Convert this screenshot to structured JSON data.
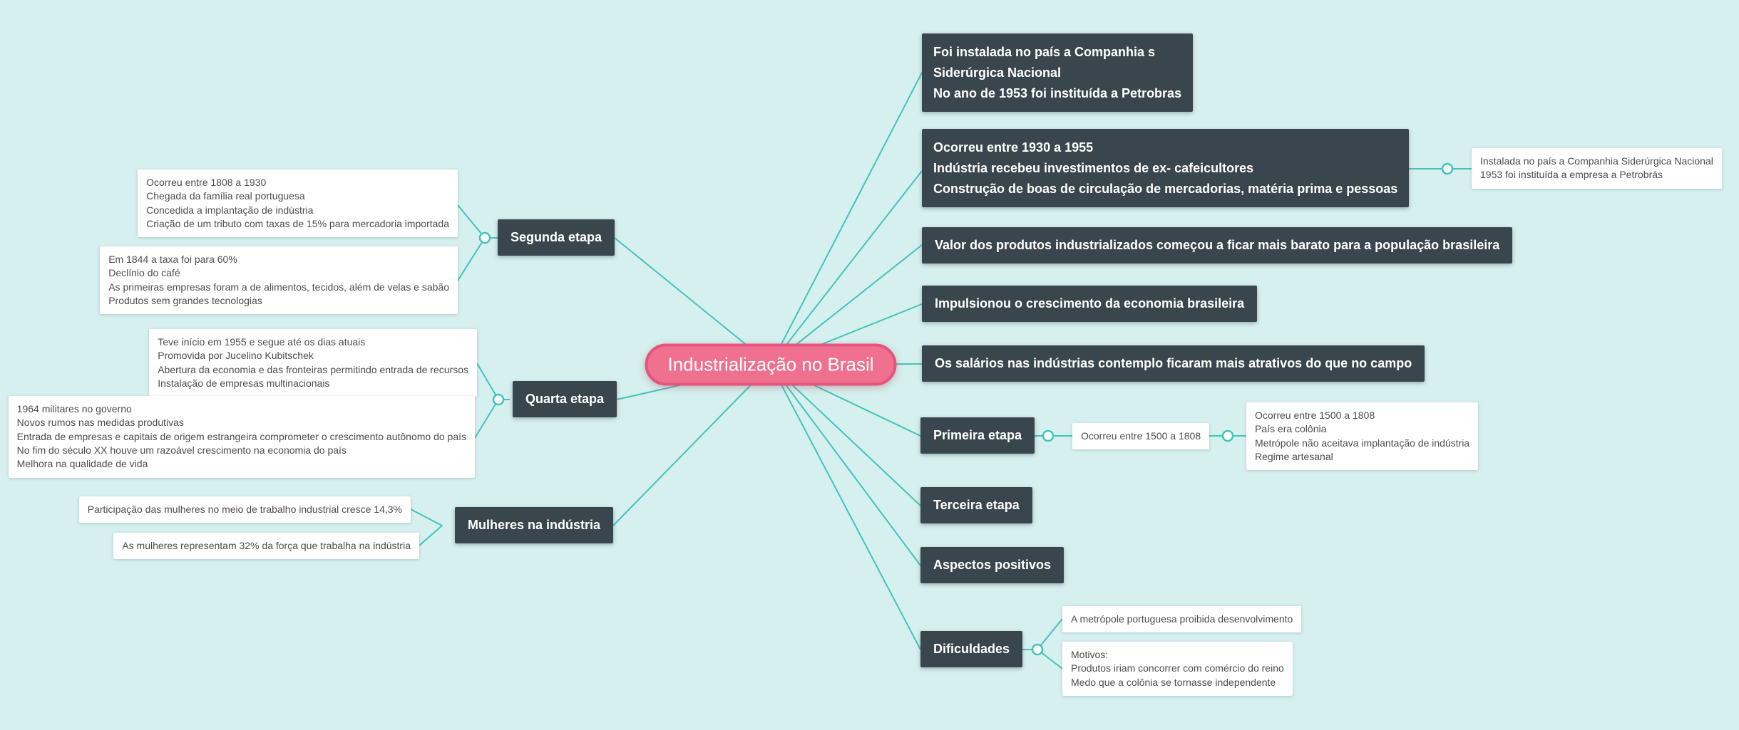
{
  "colors": {
    "background": "#d5f0ee",
    "connector": "#44c3ba",
    "node_bg": "#3a464d",
    "node_text": "#ffffff",
    "note_bg": "#ffffff",
    "note_text": "#4d4d4d",
    "center_bg": "#f0718f",
    "center_border": "#e4547c"
  },
  "center": {
    "label": "Industrialização no Brasil"
  },
  "nodes": {
    "csn": {
      "text": "Foi instalada no país a Companhia s\nSiderúrgica Nacional\nNo ano de 1953 foi instituída a Petrobras"
    },
    "periodo_1930": {
      "text": "Ocorreu entre 1930 a 1955\nIndústria recebeu investimentos de ex- cafeicultores\nConstrução de boas de circulação de mercadorias, matéria prima e pessoas"
    },
    "valor_produtos": {
      "text": "Valor dos produtos industrializados começou a ficar mais barato para a população brasileira"
    },
    "impulso_economia": {
      "text": "Impulsionou o crescimento da economia brasileira"
    },
    "salarios": {
      "text": "Os salários nas indústrias contemplo ficaram mais atrativos do que no campo"
    },
    "primeira_etapa": {
      "text": "Primeira etapa"
    },
    "terceira_etapa": {
      "text": "Terceira etapa"
    },
    "aspectos_positivos": {
      "text": "Aspectos positivos"
    },
    "dificuldades": {
      "text": "Dificuldades"
    },
    "segunda_etapa": {
      "text": "Segunda etapa"
    },
    "quarta_etapa": {
      "text": "Quarta etapa"
    },
    "mulheres": {
      "text": "Mulheres na indústria"
    }
  },
  "notes": {
    "csn_note": {
      "text": "Instalada no país a Companhia Siderúrgica Nacional\n1953 foi instituída a empresa a Petrobrás"
    },
    "primeira_resumo": {
      "text": "Ocorreu entre 1500 a 1808"
    },
    "primeira_detalhe": {
      "text": "Ocorreu entre 1500 a 1808\nPaís era colônia\nMetrópole não aceitava implantação de indústria\nRegime artesanal"
    },
    "dificuldades_1": {
      "text": "A metrópole portuguesa proibida desenvolvimento"
    },
    "dificuldades_2": {
      "text": "Motivos:\nProdutos iriam concorrer com comércio do reino\nMedo que a colônia se tornasse independente"
    },
    "segunda_1": {
      "text": "Ocorreu entre 1808 a 1930\nChegada da família real portuguesa\nConcedida a implantação de indústria\nCriação de um tributo com  taxas de 15% para mercadoria importada"
    },
    "segunda_2": {
      "text": "Em 1844 a taxa foi para 60%\nDeclínio do café\nAs primeiras empresas foram a de alimentos, tecidos, além de velas e sabão\nProdutos sem grandes tecnologias"
    },
    "quarta_1": {
      "text": "Teve início em 1955 e segue até os dias atuais\nPromovida por Jucelino Kubitschek\nAbertura da economia e das fronteiras permitindo entrada de recursos\nInstalação de empresas multinacionais"
    },
    "quarta_2": {
      "text": "1964 militares no governo\nNovos rumos nas medidas produtivas\nEntrada de empresas e capitais de origem estrangeira comprometer o crescimento autônomo do país\nNo fim do século XX houve um razoável crescimento na economia do país\nMelhora na qualidade de vida"
    },
    "mulheres_1": {
      "text": "Participação das mulheres no meio de trabalho industrial cresce 14,3%"
    },
    "mulheres_2": {
      "text": "As mulheres representam 32% da força que trabalha na indústria"
    }
  }
}
